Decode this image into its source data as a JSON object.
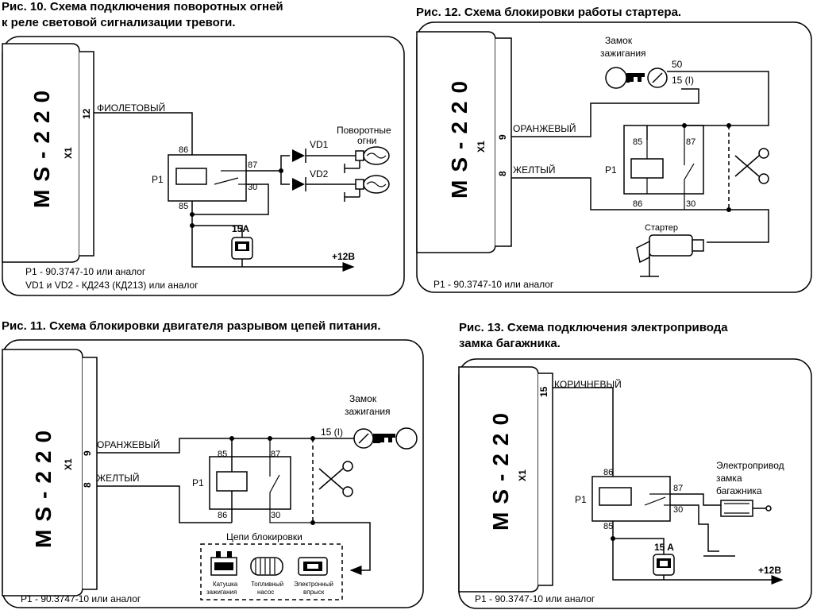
{
  "fig10": {
    "title_line1": "Рис. 10. Схема подключения поворотных огней",
    "title_line2": "к реле световой сигнализации тревоги.",
    "unit_model": "MS-220",
    "connector": "X1",
    "pin": "12",
    "wire_label": "ФИОЛЕТОВЫЙ",
    "relay_label": "P1",
    "pin86": "86",
    "pin87": "87",
    "pin30": "30",
    "pin85": "85",
    "diode1": "VD1",
    "diode2": "VD2",
    "lamps_line1": "Поворотные",
    "lamps_line2": "огни",
    "fuse": "15A",
    "supply": "+12В",
    "note1": "P1 - 90.3747-10 или аналог",
    "note2": "VD1 и VD2 - КД243 (КД213) или аналог"
  },
  "fig11": {
    "title": "Рис. 11. Схема блокировки двигателя разрывом цепей питания.",
    "unit_model": "MS-220",
    "connector": "X1",
    "pin9": "9",
    "pin8": "8",
    "wire_orange": "ОРАНЖЕВЫЙ",
    "wire_yellow": "ЖЕЛТЫЙ",
    "relay_label": "P1",
    "pin85": "85",
    "pin87": "87",
    "pin86": "86",
    "pin30": "30",
    "ignition_line1": "Замок",
    "ignition_line2": "зажигания",
    "ignition_terminal": "15 (I)",
    "circuits_title": "Цепи блокировки",
    "coil_line1": "Катушка",
    "coil_line2": "зажигания",
    "pump_line1": "Топливный",
    "pump_line2": "насос",
    "injection_line1": "Электронный",
    "injection_line2": "впрыск",
    "note": "P1 - 90.3747-10 или аналог"
  },
  "fig12": {
    "title": "Рис. 12. Схема блокировки работы стартера.",
    "unit_model": "MS-220",
    "connector": "X1",
    "pin9": "9",
    "pin8": "8",
    "wire_orange": "ОРАНЖЕВЫЙ",
    "wire_yellow": "ЖЕЛТЫЙ",
    "ignition_line1": "Замок",
    "ignition_line2": "зажигания",
    "terminal50": "50",
    "terminal15": "15 (I)",
    "relay_label": "P1",
    "pin85": "85",
    "pin87": "87",
    "pin86": "86",
    "pin30": "30",
    "starter": "Стартер",
    "note": "P1 - 90.3747-10 или аналог"
  },
  "fig13": {
    "title_line1": "Рис. 13. Схема подключения электропривода",
    "title_line2": "замка багажника.",
    "unit_model": "MS-220",
    "connector": "X1",
    "pin": "15",
    "wire_label": "КОРИЧНЕВЫЙ",
    "relay_label": "P1",
    "pin86": "86",
    "pin87": "87",
    "pin30": "30",
    "pin85": "85",
    "actuator_line1": "Электропривод",
    "actuator_line2": "замка",
    "actuator_line3": "багажника",
    "fuse": "15 A",
    "supply": "+12В",
    "note": "P1 - 90.3747-10 или аналог"
  }
}
